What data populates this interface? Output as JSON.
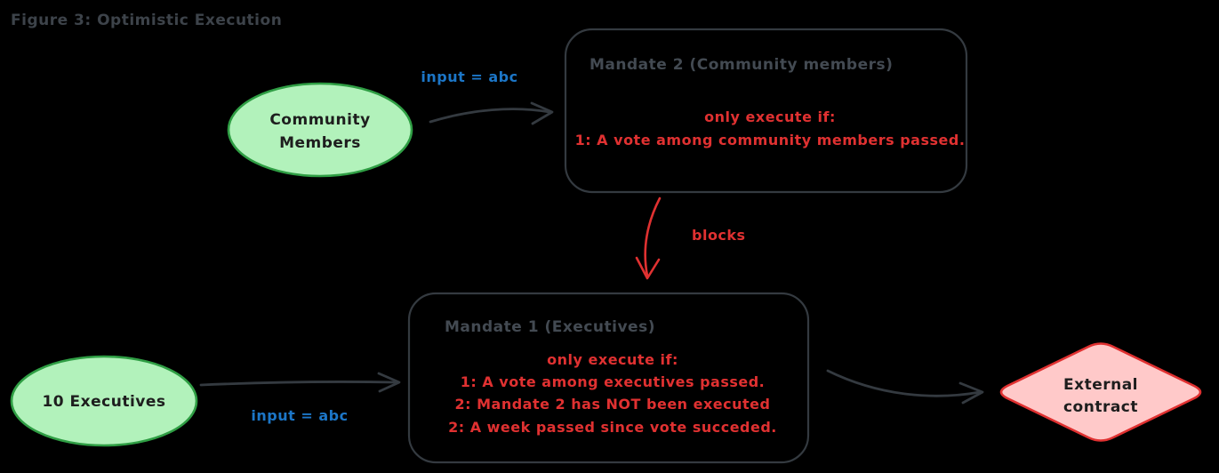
{
  "title": "Figure 3: Optimistic Execution",
  "colors": {
    "background": "#000000",
    "sketch_gray": "#343a40",
    "gray_text": "#434a52",
    "node_green_fill": "#b2f2bb",
    "node_green_stroke": "#2f9e44",
    "dark_node_text": "#1e1e1e",
    "condition_red": "#e03131",
    "diamond_pink_fill": "#ffc9c9",
    "diamond_red_stroke": "#e03131",
    "input_label_blue": "#1c76c7"
  },
  "nodes": {
    "community_members": {
      "line1": "Community",
      "line2": "Members"
    },
    "ten_executives": {
      "label": "10 Executives"
    },
    "mandate2": {
      "title": "Mandate 2 (Community members)",
      "conditions": [
        "only execute if:",
        "1: A vote among community members passed."
      ]
    },
    "mandate1": {
      "title": "Mandate 1 (Executives)",
      "conditions": [
        "only execute if:",
        "1: A vote among executives passed.",
        "2: Mandate 2 has NOT been executed",
        "2: A week passed since vote succeded."
      ]
    },
    "external_contract": {
      "line1": "External",
      "line2": "contract"
    }
  },
  "edges": {
    "community_to_mandate2": {
      "label": "input = abc"
    },
    "executives_to_mandate1": {
      "label": "input = abc"
    },
    "mandate2_blocks_mandate1": {
      "label": "blocks"
    }
  }
}
